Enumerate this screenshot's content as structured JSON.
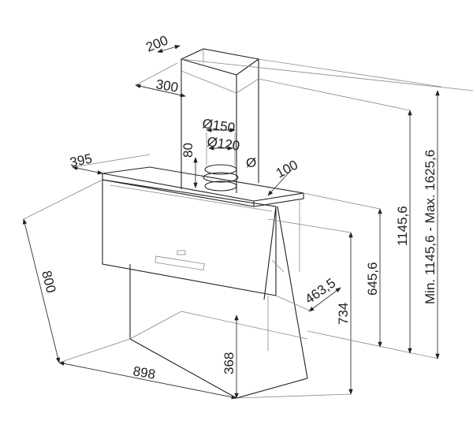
{
  "dimensions": {
    "chimney_depth": "200",
    "chimney_width": "300",
    "outlet_outer": "Ø150",
    "outlet_inner": "Ø120",
    "outlet_height": "80",
    "diameter_symbol": "Ø",
    "top_offset": "100",
    "top_depth": "395",
    "glass_length": "800",
    "hood_width": "898",
    "lower_height": "368",
    "height_734": "734",
    "depth_463": "463,5",
    "height_645": "645,6",
    "height_1145": "1145,6",
    "height_range": "Min. 1145,6 - Max. 1625,6"
  }
}
